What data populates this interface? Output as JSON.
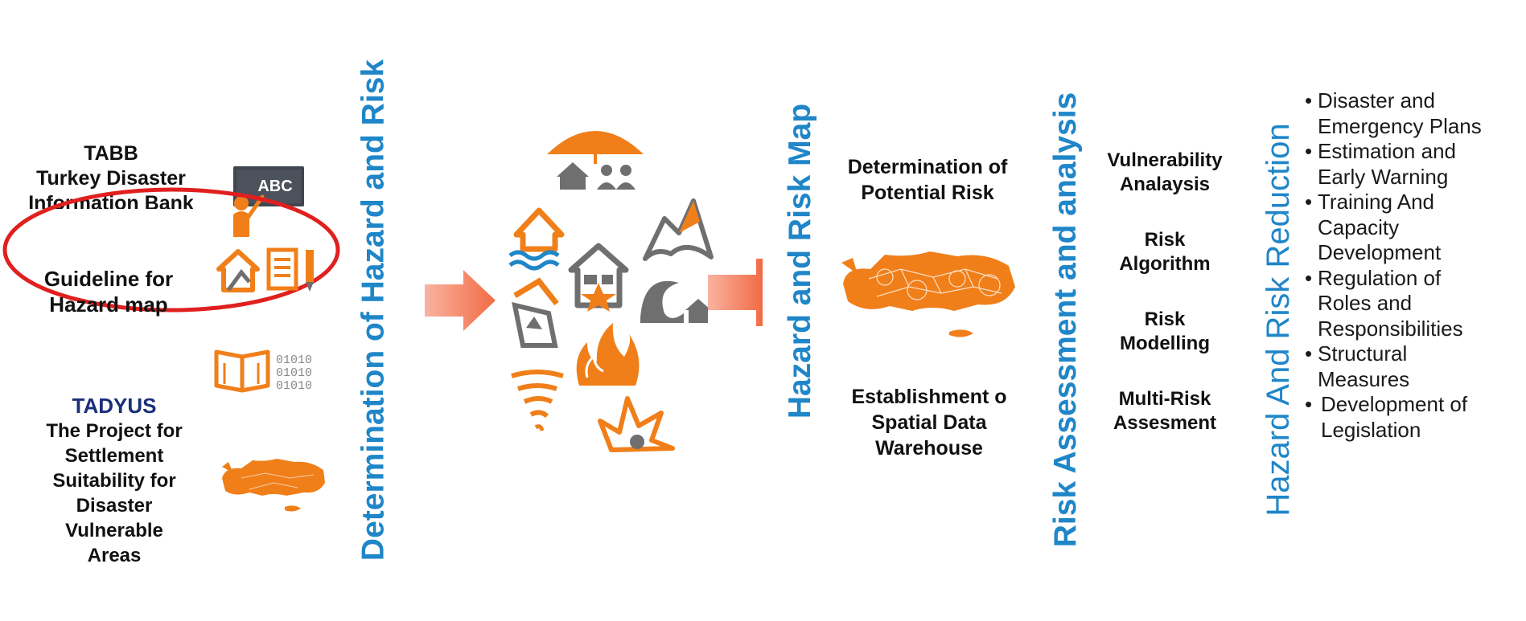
{
  "left": {
    "tabb_title": "TABB",
    "tabb_line2": "Turkey Disaster",
    "tabb_line3": "Information Bank",
    "guideline_line1": "Guideline for",
    "guideline_line2": "Hazard map",
    "tadyus_title": "TADYUS",
    "tadyus_lines": [
      "The Project for",
      "Settlement",
      "Suitability for",
      "Disaster",
      "Vulnerable",
      "Areas"
    ],
    "abc_text": "ABC",
    "binary": [
      "01010",
      "01010",
      "01010"
    ]
  },
  "vertical_titles": {
    "determination": "Determination of Hazard and Risk",
    "hazard_map": "Hazard and Risk Map",
    "risk_assessment": "Risk Assessment and analysis",
    "reduction": "Hazard And Risk Reduction"
  },
  "map_section": {
    "top_line1": "Determination of",
    "top_line2": "Potential Risk",
    "bottom_line1": "Establishment o",
    "bottom_line2": "Spatial Data",
    "bottom_line3": "Warehouse"
  },
  "analysis": {
    "items": [
      [
        "Vulnerability",
        "Analaysis"
      ],
      [
        "Risk",
        "Algorithm"
      ],
      [
        "Risk",
        "Modelling"
      ],
      [
        "Multi-Risk",
        "Assesment"
      ]
    ]
  },
  "reduction_list": [
    [
      "Disaster and",
      "Emergency Plans"
    ],
    [
      "Estimation and",
      "Early Warning"
    ],
    [
      "Training And",
      "Capacity",
      "Development"
    ],
    [
      "Regulation of",
      "Roles and",
      "Responsibilities"
    ],
    [
      "Structural",
      "Measures"
    ],
    [
      "Development of",
      "Legislation"
    ]
  ],
  "colors": {
    "accent_blue": "#1f86c8",
    "orange": "#f07f1a",
    "arrow": "#f47b5a",
    "highlight_red": "#e0201f",
    "icon_gray": "#6f6f6f",
    "navy": "#1a2f7a"
  }
}
